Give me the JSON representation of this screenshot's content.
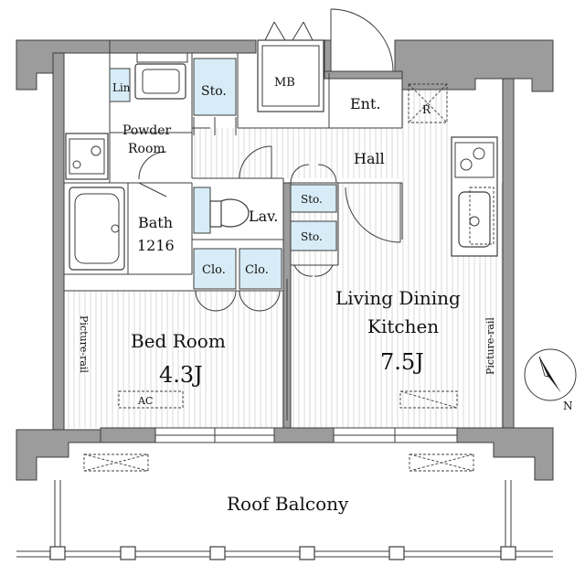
{
  "rooms": {
    "linen": "Lin",
    "storage_main": "Sto.",
    "meter_box": "MB",
    "entrance": "Ent.",
    "refrigerator": "R",
    "powder_room_line1": "Powder",
    "powder_room_line2": "Room",
    "hall": "Hall",
    "bath": "Bath",
    "bath_size": "1216",
    "lavatory": "Lav.",
    "storage_upper": "Sto.",
    "storage_lower": "Sto.",
    "closet_1": "Clo.",
    "closet_2": "Clo.",
    "bedroom": "Bed Room",
    "bedroom_size": "4.3J",
    "ldk_line1": "Living Dining",
    "ldk_line2": "Kitchen",
    "ldk_size": "7.5J",
    "air_conditioner": "AC",
    "picture_rail_left": "Picture-rail",
    "picture_rail_right": "Picture-rail",
    "balcony": "Roof Balcony"
  },
  "compass": {
    "label": "N"
  },
  "colors": {
    "wall": "#9c9c9c",
    "storage": "#d7ecf6",
    "line": "#3c3c3c"
  }
}
